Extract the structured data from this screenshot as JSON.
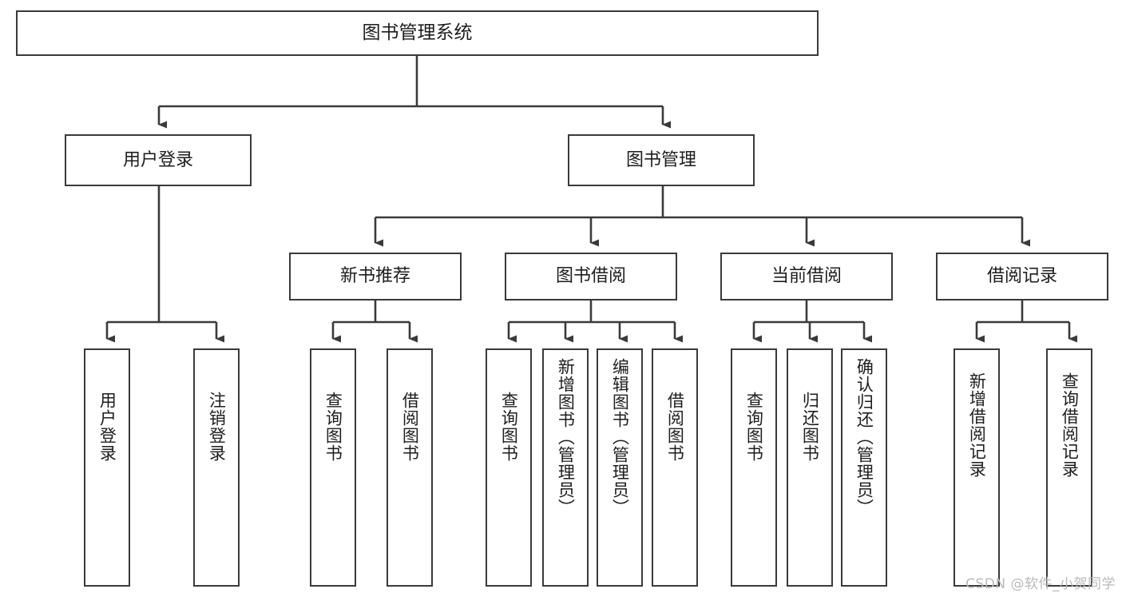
{
  "diagram": {
    "title": "图书管理系统",
    "type": "functional-structure-tree",
    "watermark": "CSDN @软件_小贺同学",
    "colors": {
      "background": "#ffffff",
      "node_border": "#3a3a3a",
      "node_fill": "#ffffff",
      "edge": "#3a3a3a",
      "text": "#1d1d1d",
      "watermark": "#b9b9b9"
    }
  },
  "nodes": {
    "root": {
      "label": "图书管理系统"
    },
    "level2": [
      {
        "id": "user-login",
        "label": "用户登录"
      },
      {
        "id": "book-management",
        "label": "图书管理"
      }
    ],
    "level3": [
      {
        "id": "new-book-recommend",
        "label": "新书推荐"
      },
      {
        "id": "book-borrow",
        "label": "图书借阅"
      },
      {
        "id": "current-borrow",
        "label": "当前借阅"
      },
      {
        "id": "borrow-record",
        "label": "借阅记录"
      }
    ],
    "leaves": [
      {
        "id": "leaf-user-login",
        "label": "用户登录",
        "parent": "user-login"
      },
      {
        "id": "leaf-logout",
        "label": "注销登录",
        "parent": "user-login"
      },
      {
        "id": "leaf-query-book-1",
        "label": "查询图书",
        "parent": "new-book-recommend"
      },
      {
        "id": "leaf-borrow-book-1",
        "label": "借阅图书",
        "parent": "new-book-recommend"
      },
      {
        "id": "leaf-query-book-2",
        "label": "查询图书",
        "parent": "book-borrow"
      },
      {
        "id": "leaf-add-book",
        "label": "新增图书（管理员）",
        "parent": "book-borrow"
      },
      {
        "id": "leaf-edit-book",
        "label": "编辑图书（管理员）",
        "parent": "book-borrow"
      },
      {
        "id": "leaf-borrow-book-2",
        "label": "借阅图书",
        "parent": "book-borrow"
      },
      {
        "id": "leaf-query-book-3",
        "label": "查询图书",
        "parent": "current-borrow"
      },
      {
        "id": "leaf-return-book",
        "label": "归还图书",
        "parent": "current-borrow"
      },
      {
        "id": "leaf-confirm-return",
        "label": "确认归还（管理员）",
        "parent": "current-borrow"
      },
      {
        "id": "leaf-add-record",
        "label": "新增借阅记录",
        "parent": "borrow-record"
      },
      {
        "id": "leaf-query-record",
        "label": "查询借阅记录",
        "parent": "borrow-record"
      }
    ]
  }
}
